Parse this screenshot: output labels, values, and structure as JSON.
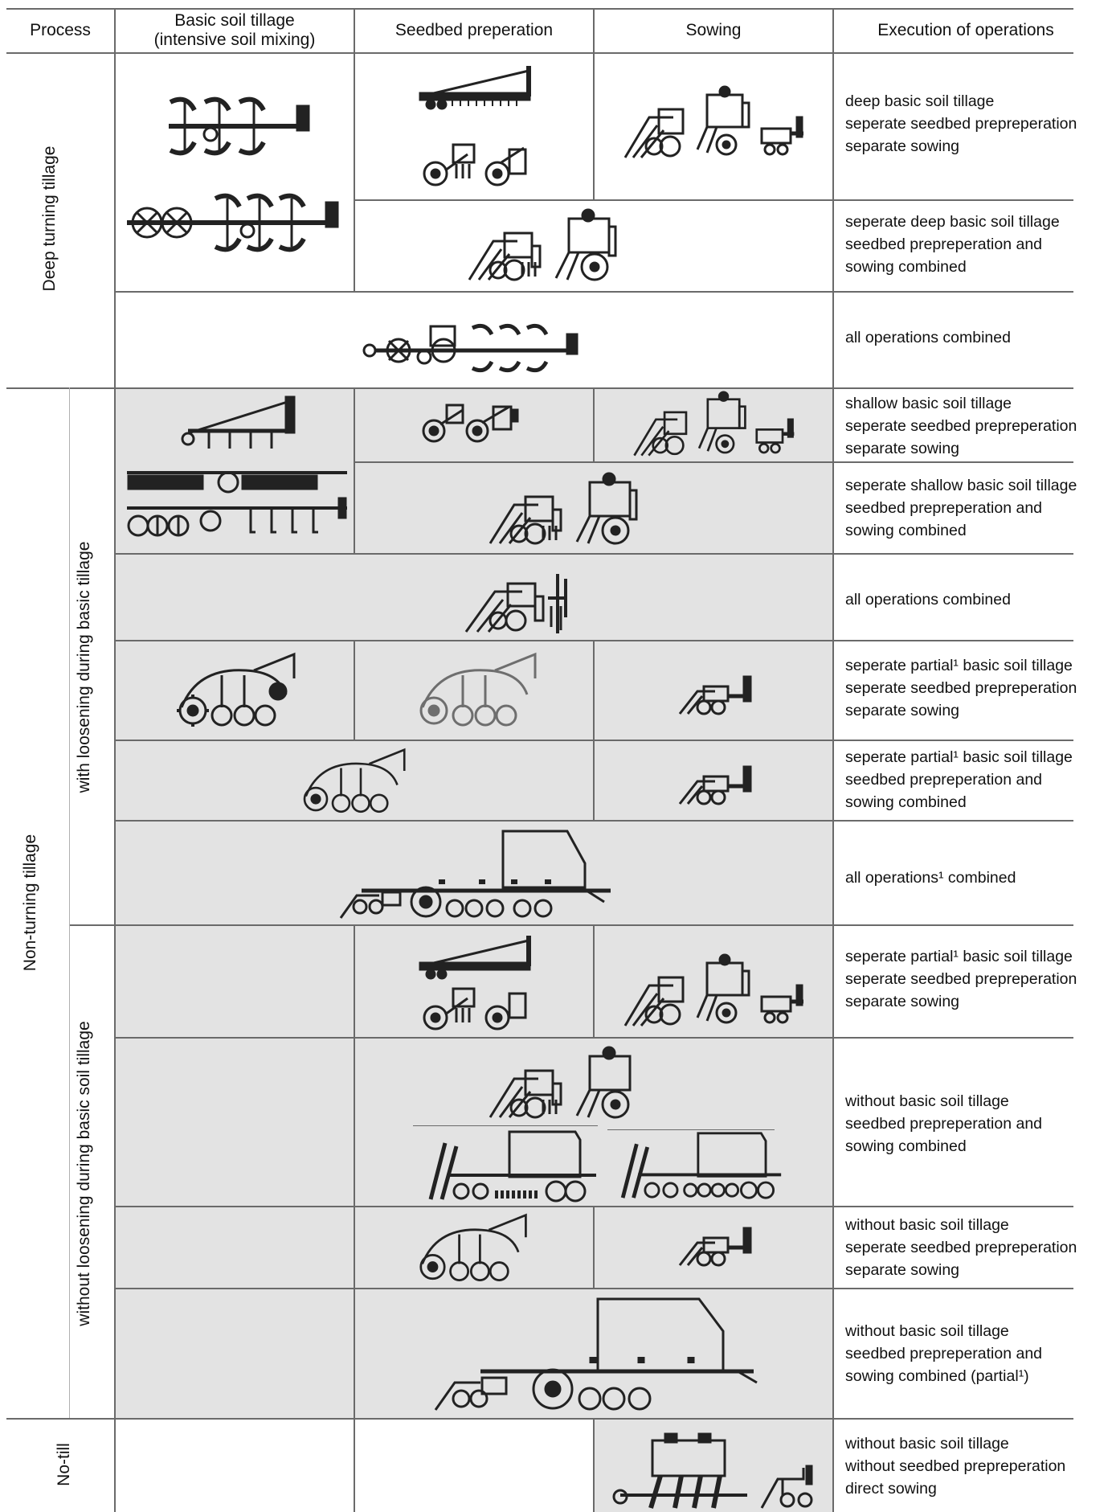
{
  "headers": {
    "process": "Process",
    "basic_line1": "Basic soil tillage",
    "basic_line2": "(intensive soil mixing)",
    "seedbed": "Seedbed preperation",
    "sowing": "Sowing",
    "execution": "Execution of operations"
  },
  "process_labels": {
    "deep_turning": "Deep turning tillage",
    "non_turning": "Non-turning tillage",
    "with_loosening": "with loosening during basic tillage",
    "without_loosening": "without loosening during basic soil tillage",
    "no_till": "No-till"
  },
  "rows": [
    {
      "id": "r1",
      "lines": [
        "deep basic soil tillage",
        "seperate seedbed prepreperation",
        "separate sowing"
      ]
    },
    {
      "id": "r2",
      "lines": [
        "seperate deep basic soil tillage",
        "seedbed prepreperation and",
        "sowing combined"
      ]
    },
    {
      "id": "r3",
      "lines": [
        "all operations combined"
      ]
    },
    {
      "id": "r4",
      "lines": [
        "shallow basic soil tillage",
        "seperate seedbed prepreperation",
        "separate sowing"
      ]
    },
    {
      "id": "r5",
      "lines": [
        "seperate shallow basic soil tillage",
        "seedbed prepreperation and",
        "sowing combined"
      ]
    },
    {
      "id": "r6",
      "lines": [
        "all operations combined"
      ]
    },
    {
      "id": "r7",
      "lines": [
        "seperate partial¹ basic soil tillage",
        "seperate seedbed prepreperation",
        "separate sowing"
      ]
    },
    {
      "id": "r8",
      "lines": [
        "seperate partial¹ basic soil tillage",
        "seedbed prepreperation and",
        "sowing combined"
      ]
    },
    {
      "id": "r9",
      "lines": [
        "all operations¹ combined"
      ]
    },
    {
      "id": "r10",
      "lines": [
        "seperate partial¹ basic soil tillage",
        "seperate seedbed prepreperation",
        "separate sowing"
      ]
    },
    {
      "id": "r11",
      "lines": [
        "without basic soil tillage",
        "seedbed prepreperation and",
        "sowing combined"
      ]
    },
    {
      "id": "r12",
      "lines": [
        "without basic soil tillage",
        "seperate seedbed prepreperation",
        "separate sowing"
      ]
    },
    {
      "id": "r13",
      "lines": [
        "without basic soil tillage",
        "seedbed prepreperation and",
        "sowing combined (partial¹)"
      ]
    },
    {
      "id": "r14",
      "lines": [
        "without basic soil tillage",
        "without seedbed prepreperation",
        "direct sowing"
      ]
    }
  ]
}
